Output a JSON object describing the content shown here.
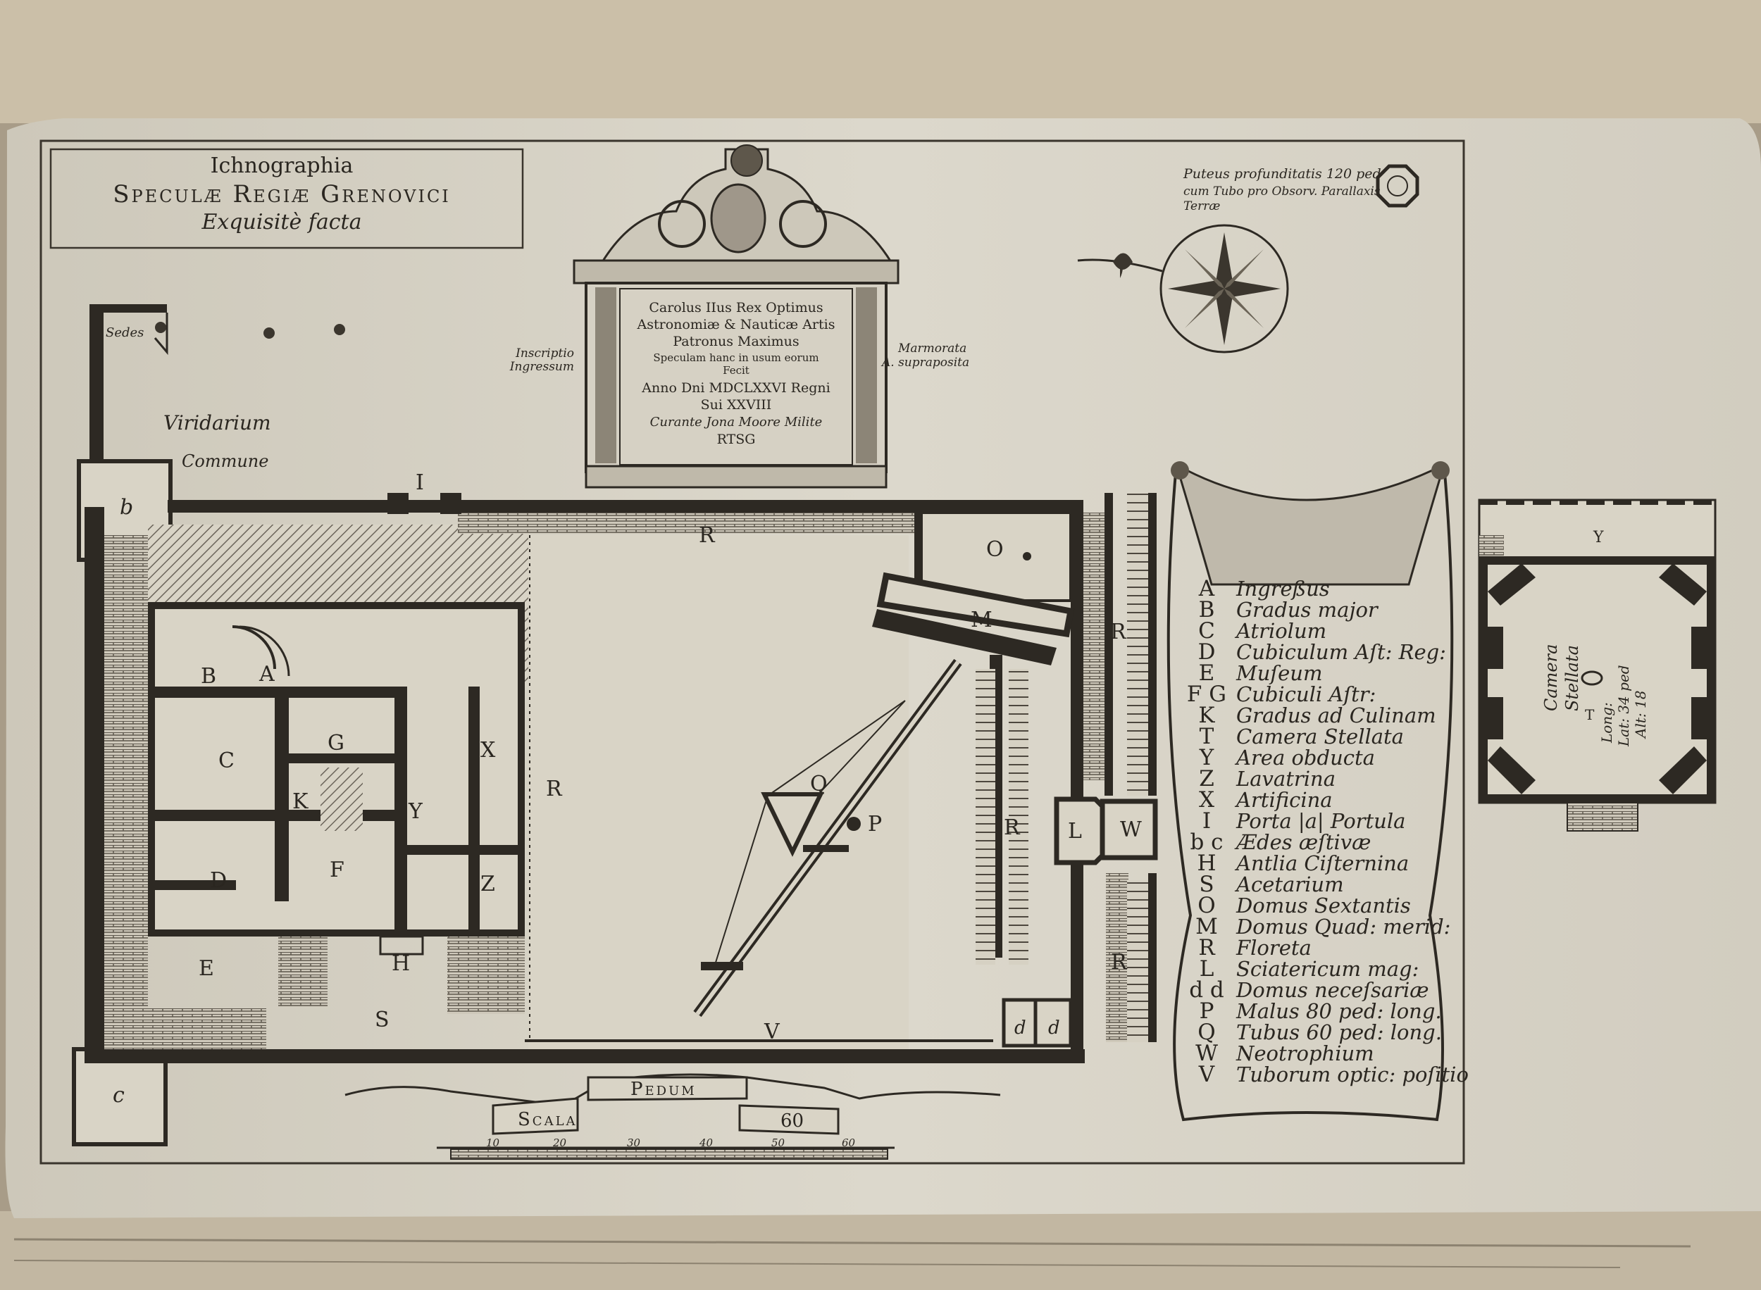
{
  "title": {
    "line1": "Ichnographia",
    "line2": "Speculæ Regiæ Grenovici",
    "line3": "Exquisitè facta"
  },
  "well_note": {
    "line1": "Puteus profunditatis 120 ped",
    "line2": "cum Tubo pro Obsorv. Parallaxis",
    "line3": "Terræ"
  },
  "cartouche": {
    "lines": [
      "Carolus IIus Rex Optimus",
      "Astronomiæ & Nauticæ Artis",
      "Patronus Maximus",
      "Speculam hanc in usum eorum",
      "Fecit",
      "Anno Dni MDCLXXVI Regni",
      "Sui XXVIII",
      "Curante Jona Moore Milite",
      "RTSG"
    ],
    "left_note": [
      "Inscriptio",
      "Ingressum"
    ],
    "right_note": [
      "Marmorata",
      "A. supraposita"
    ]
  },
  "plan_labels": {
    "sedes": "Sedes",
    "viridarium": "Viridarium",
    "commune": "Commune",
    "b": "b",
    "c": "c",
    "I": "I",
    "A": "A",
    "B": "B",
    "C": "C",
    "D": "D",
    "E": "E",
    "F": "F",
    "G": "G",
    "K": "K",
    "H": "H",
    "S": "S",
    "X": "X",
    "Y": "Y",
    "Z": "Z",
    "O": "O",
    "M": "M",
    "Q": "Q",
    "P": "P",
    "V": "V",
    "L": "L",
    "W": "W",
    "d1": "d",
    "d2": "d",
    "R": "R"
  },
  "scale": {
    "word1": "Scala",
    "word2": "Pedum",
    "value": "60",
    "ticks": [
      "10",
      "20",
      "30",
      "40",
      "50",
      "60"
    ]
  },
  "legend": {
    "items": [
      {
        "key": "A",
        "text": "Ingreßus"
      },
      {
        "key": "B",
        "text": "Gradus major"
      },
      {
        "key": "C",
        "text": "Atriolum"
      },
      {
        "key": "D",
        "text": "Cubiculum Aſt: Reg:"
      },
      {
        "key": "E",
        "text": "Muſeum"
      },
      {
        "key": "F G",
        "text": "Cubiculi Aſtr:"
      },
      {
        "key": "K",
        "text": "Gradus ad Culinam"
      },
      {
        "key": "T",
        "text": "Camera Stellata"
      },
      {
        "key": "Y",
        "text": "Area obducta"
      },
      {
        "key": "Z",
        "text": "Lavatrina"
      },
      {
        "key": "X",
        "text": "Artificina"
      },
      {
        "key": "I",
        "text": "Porta  |a| Portula"
      },
      {
        "key": "b c",
        "text": "Ædes æſtivæ"
      },
      {
        "key": "H",
        "text": "Antlia Ciſternina"
      },
      {
        "key": "S",
        "text": "Acetarium"
      },
      {
        "key": "O",
        "text": "Domus Sextantis"
      },
      {
        "key": "M",
        "text": "Domus Quad: merid:"
      },
      {
        "key": "R",
        "text": "Floreta"
      },
      {
        "key": "L",
        "text": "Sciatericum mag:"
      },
      {
        "key": "d d",
        "text": "Domus neceſsariæ"
      },
      {
        "key": "P",
        "text": "Malus 80 ped: long."
      },
      {
        "key": "Q",
        "text": "Tubus 60 ped: long."
      },
      {
        "key": "W",
        "text": "Neotrophium"
      },
      {
        "key": "V",
        "text": "Tuborum optic: poſitio"
      }
    ]
  },
  "inset": {
    "label_y": "Y",
    "camera": "Camera",
    "stellata": "Stellata",
    "t": "T",
    "long": "Long:",
    "lat": "Lat: 34 ped",
    "alt": "Alt: 18"
  }
}
